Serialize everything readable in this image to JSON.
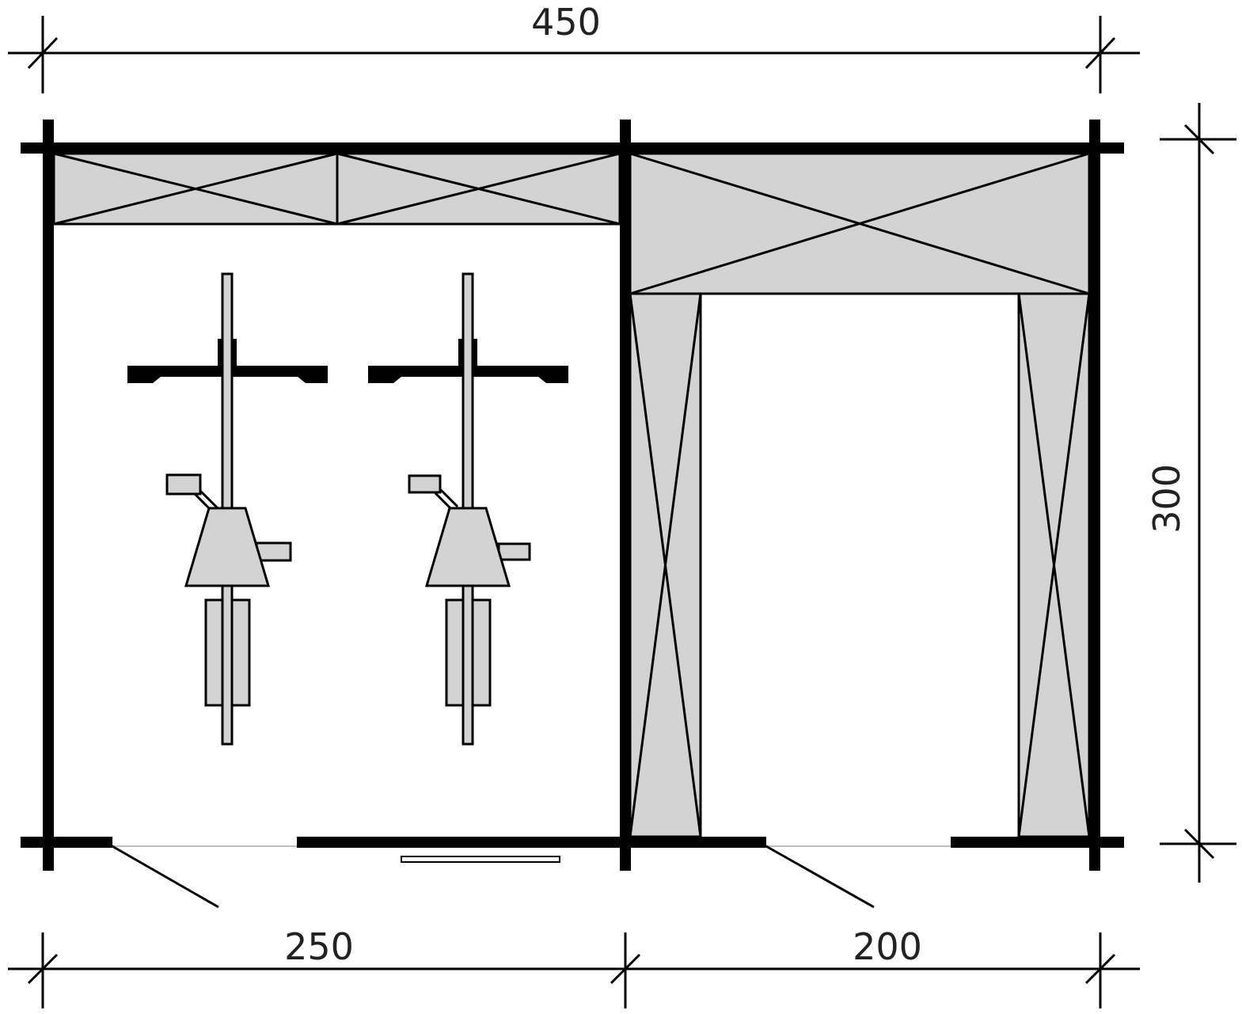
{
  "dimensions": {
    "total_width": "450",
    "left_section_width": "250",
    "right_section_width": "200",
    "depth": "300"
  },
  "colors": {
    "walls": "#000000",
    "storage_fill": "#d3d3d3",
    "background": "#ffffff"
  }
}
